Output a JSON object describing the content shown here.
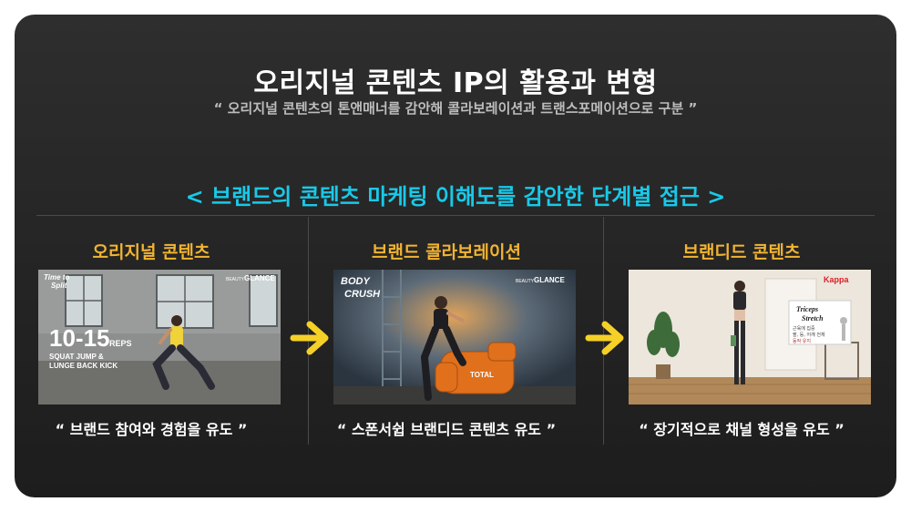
{
  "slide": {
    "title": "오리지널 콘텐츠 IP의 활용과 변형",
    "subtitle": "“ 오리지널 콘텐츠의 톤앤매너를 감안해 콜라보레이션과 트랜스포메이션으로 구분 ”",
    "approach": "< 브랜드의 콘텐츠 마케팅 이해도를 감안한 단계별 접근 >"
  },
  "columns": [
    {
      "title": "오리지널 콘텐츠",
      "caption": "“ 브랜드 참여와 경험을 유도 ”",
      "thumb": {
        "overlay_big": "10-15",
        "overlay_reps": "REPS",
        "overlay_line1": "SQUAT JUMP &",
        "overlay_line2": "LUNGE BACK KICK",
        "logo": "GLANCE",
        "logo_prefix": "BEAUTY",
        "tag1": "Time to",
        "tag2": "Split"
      }
    },
    {
      "title": "브랜드 콜라보레이션",
      "caption": "“ 스폰서쉽 브랜디드 콘텐츠 유도 ”",
      "thumb": {
        "tag1": "BODY",
        "tag2": "CRUSH",
        "logo": "GLANCE",
        "logo_prefix": "BEAUTY",
        "barrel_text": "TOTAL"
      }
    },
    {
      "title": "브랜디드 콘텐츠",
      "caption": "“ 장기적으로 채널 형성을 유도 ”",
      "thumb": {
        "brand": "Kappa",
        "card_title1": "Triceps",
        "card_title2": "Stretch",
        "card_line1": "근육에 집중",
        "card_line2": "팔, 등, 어깨 전체",
        "card_line3": "동작 유지"
      }
    }
  ],
  "colors": {
    "background": "#242424",
    "title": "#ffffff",
    "subtitle": "#bdbdbd",
    "approach": "#19c9e8",
    "column_title": "#f2b431",
    "arrow": "#f5d027"
  },
  "icons": [
    "arrow-right-icon",
    "arrow-right-icon"
  ]
}
